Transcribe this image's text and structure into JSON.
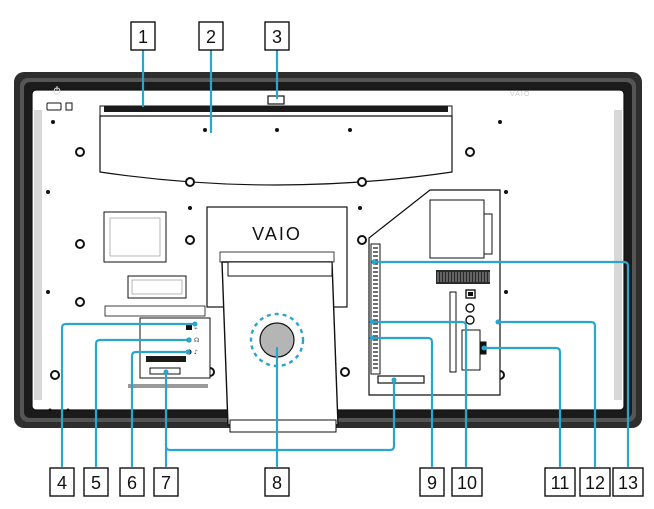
{
  "brand_logo": "VAIO",
  "corner_logo": "VAIO",
  "callouts": [
    {
      "id": "callout-1",
      "label": "1"
    },
    {
      "id": "callout-2",
      "label": "2"
    },
    {
      "id": "callout-3",
      "label": "3"
    },
    {
      "id": "callout-4",
      "label": "4"
    },
    {
      "id": "callout-5",
      "label": "5"
    },
    {
      "id": "callout-6",
      "label": "6"
    },
    {
      "id": "callout-7",
      "label": "7"
    },
    {
      "id": "callout-8",
      "label": "8"
    },
    {
      "id": "callout-9",
      "label": "9"
    },
    {
      "id": "callout-10",
      "label": "10"
    },
    {
      "id": "callout-11",
      "label": "11"
    },
    {
      "id": "callout-12",
      "label": "12"
    },
    {
      "id": "callout-13",
      "label": "13"
    }
  ],
  "colors": {
    "leader": "#29a6cf",
    "outline": "#111111",
    "frame": "#2a2a2a",
    "panel": "#ffffff",
    "vent": "#222222",
    "speaker": "#b5b5b5"
  },
  "icons": [
    "power-icon",
    "usb-icon",
    "headphone-icon",
    "microphone-icon",
    "network-icon",
    "hdmi-icon",
    "dial-icon"
  ]
}
